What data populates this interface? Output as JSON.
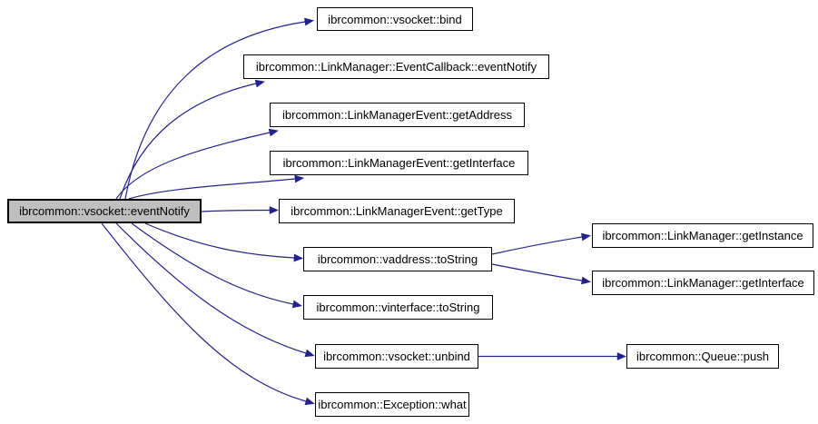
{
  "diagram": {
    "type": "call-graph",
    "description": "Doxygen caller graph for ibrcommon::vsocket::eventNotify",
    "colors": {
      "background": "#ffffff",
      "edge": "#22228c",
      "node_border": "#000000",
      "node_fill": "#ffffff",
      "highlight_node_fill": "#bfbfbf",
      "text": "#000000"
    },
    "nodes": {
      "eventNotify": {
        "label": "ibrcommon::vsocket::eventNotify",
        "highlighted": true
      },
      "bind": {
        "label": "ibrcommon::vsocket::bind",
        "highlighted": false
      },
      "eventCallbackEventNotify": {
        "label": "ibrcommon::LinkManager::EventCallback::eventNotify",
        "highlighted": false
      },
      "lmeGetAddress": {
        "label": "ibrcommon::LinkManagerEvent::getAddress",
        "highlighted": false
      },
      "lmeGetInterface": {
        "label": "ibrcommon::LinkManagerEvent::getInterface",
        "highlighted": false
      },
      "lmeGetType": {
        "label": "ibrcommon::LinkManagerEvent::getType",
        "highlighted": false
      },
      "vaddressToString": {
        "label": "ibrcommon::vaddress::toString",
        "highlighted": false
      },
      "vinterfaceToString": {
        "label": "ibrcommon::vinterface::toString",
        "highlighted": false
      },
      "unbind": {
        "label": "ibrcommon::vsocket::unbind",
        "highlighted": false
      },
      "what": {
        "label": "ibrcommon::Exception::what",
        "highlighted": false
      },
      "lmGetInstance": {
        "label": "ibrcommon::LinkManager::getInstance",
        "highlighted": false
      },
      "lmGetInterface": {
        "label": "ibrcommon::LinkManager::getInterface",
        "highlighted": false
      },
      "queuePush": {
        "label": "ibrcommon::Queue::push",
        "highlighted": false
      }
    },
    "edges": [
      {
        "from": "eventNotify",
        "to": "bind"
      },
      {
        "from": "eventNotify",
        "to": "eventCallbackEventNotify"
      },
      {
        "from": "eventNotify",
        "to": "lmeGetAddress"
      },
      {
        "from": "eventNotify",
        "to": "lmeGetInterface"
      },
      {
        "from": "eventNotify",
        "to": "lmeGetType"
      },
      {
        "from": "eventNotify",
        "to": "vaddressToString"
      },
      {
        "from": "eventNotify",
        "to": "vinterfaceToString"
      },
      {
        "from": "eventNotify",
        "to": "unbind"
      },
      {
        "from": "eventNotify",
        "to": "what"
      },
      {
        "from": "vaddressToString",
        "to": "lmGetInstance"
      },
      {
        "from": "vaddressToString",
        "to": "lmGetInterface"
      },
      {
        "from": "unbind",
        "to": "queuePush"
      }
    ]
  }
}
